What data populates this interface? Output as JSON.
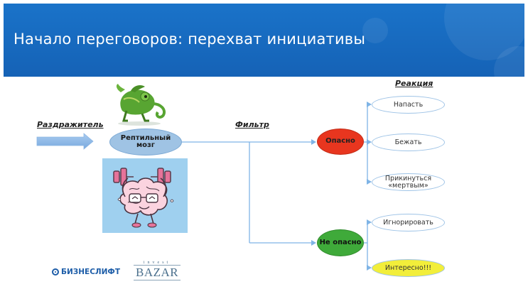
{
  "header": {
    "title": "Начало переговоров: перехват инициативы"
  },
  "diagram": {
    "stimulus_label": "Раздражитель",
    "filter_label": "Фильтр",
    "reaction_label": "Реакция",
    "brain_node": {
      "line1": "Рептильный",
      "line2": "мозг"
    },
    "danger_node": "Опасно",
    "safe_node": "Не опасно",
    "responses": {
      "attack": "Напасть",
      "run": "Бежать",
      "play_dead": {
        "line1": "Прикинуться",
        "line2": "«мертвым»"
      },
      "ignore": "Игнорировать",
      "interesting": "Интересно!!!"
    }
  },
  "footer": {
    "logo_business": "БИЗНЕСЛИФТ",
    "logo_bazar_small": "invest",
    "logo_bazar_big": "BAZAR"
  },
  "colors": {
    "header_bg": "#1562b6",
    "connector": "#7fb4e6",
    "danger": "#e8361f",
    "safe": "#3faa3a",
    "highlight": "#f2ee3a"
  }
}
